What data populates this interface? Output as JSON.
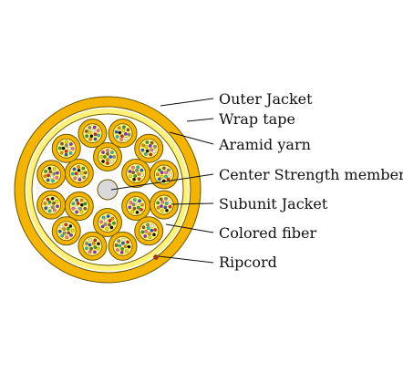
{
  "colors": {
    "outer_jacket": "#f5b400",
    "outline": "#6b5a00",
    "wrap_tape": "#ffffff",
    "aramid_yarn": "#fff27a",
    "subunit_jacket": "#f5b400",
    "subunit_core": "#fff27a",
    "center_member": "#d9d9d9",
    "ripcord": "#b03020",
    "fiber_colors": [
      "#1f5ad6",
      "#f08a00",
      "#2ea02e",
      "#8b5a2b",
      "#8c8c8c",
      "#ffffff",
      "#e02020",
      "#111111",
      "#f0e000",
      "#8a2be2",
      "#ff69b4",
      "#20c0c0"
    ]
  },
  "labels": [
    {
      "id": "outer-jacket",
      "text": "Outer Jacket"
    },
    {
      "id": "wrap-tape",
      "text": "Wrap tape"
    },
    {
      "id": "aramid-yarn",
      "text": "Aramid yarn"
    },
    {
      "id": "center-strength-member",
      "text": "Center Strength member"
    },
    {
      "id": "subunit-jacket",
      "text": "Subunit Jacket"
    },
    {
      "id": "colored-fiber",
      "text": "Colored fiber"
    },
    {
      "id": "ripcord",
      "text": "Ripcord"
    }
  ]
}
